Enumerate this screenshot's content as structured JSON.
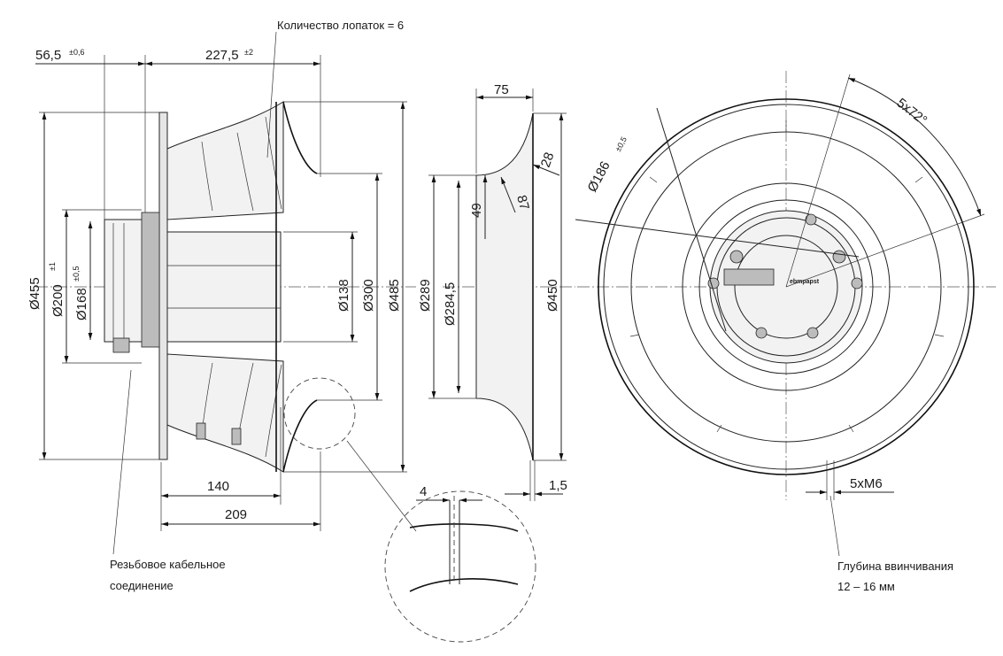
{
  "notes": {
    "blades": "Количество лопаток = 6",
    "cable_gland_line1": "Резьбовое кабельное",
    "cable_gland_line2": "соединение",
    "depth_line1": "Глубина ввинчивания",
    "depth_line2": "12 – 16 мм",
    "logo": "ebmpapst"
  },
  "side_view": {
    "d455": "Ø455",
    "d200": "Ø200",
    "d200_tol": "±1",
    "d168": "Ø168",
    "d168_tol": "±0,5",
    "d138": "Ø138",
    "d300": "Ø300",
    "d485": "Ø485",
    "len56": "56,5",
    "len56_tol": "±0,6",
    "len227": "227,5",
    "len227_tol": "±2",
    "len140": "140",
    "len209": "209"
  },
  "ring_view": {
    "d289": "Ø289",
    "d284": "Ø284,5",
    "d450": "Ø450",
    "w75": "75",
    "h49": "49",
    "r87": "87",
    "r28": "28",
    "t1_5": "1,5",
    "detail4": "4"
  },
  "front_view": {
    "d186": "Ø186",
    "d186_tol": "±0,5",
    "angle": "5x72°",
    "thread": "5xM6"
  }
}
